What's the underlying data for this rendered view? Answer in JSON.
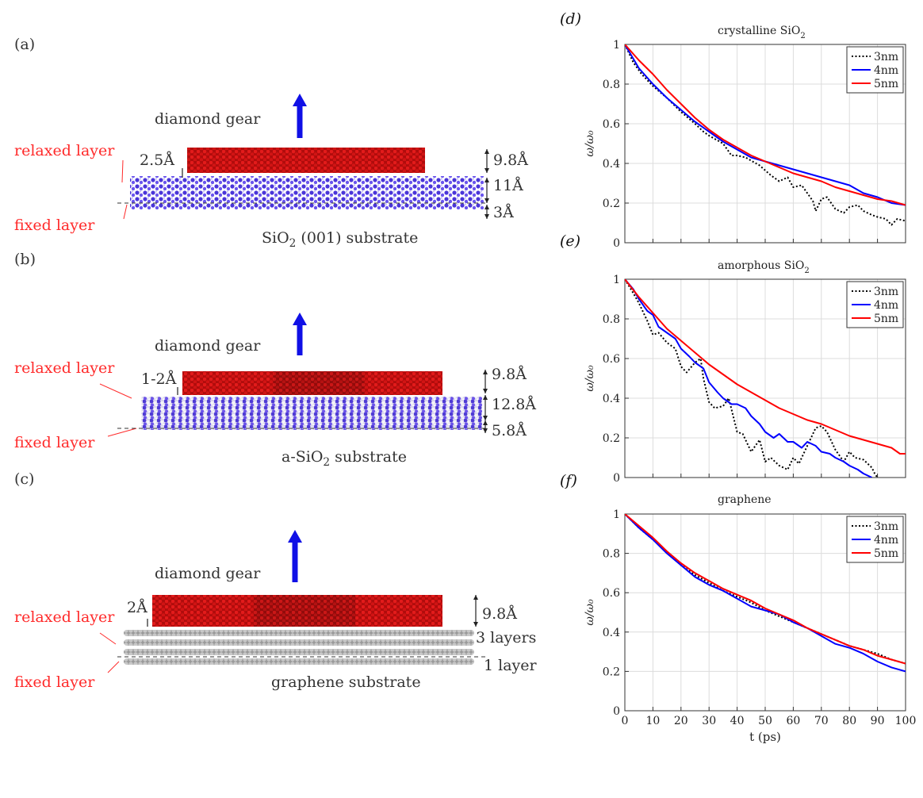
{
  "colors": {
    "relaxed_label": "#ff2a2a",
    "arrow": "#1010e6",
    "gear": "#cc1010",
    "substrate": "#3b2fd0",
    "graphene": "#8a8a8a",
    "series_3nm": "#000000",
    "series_4nm": "#0000ff",
    "series_5nm": "#ff0000"
  },
  "left_panels": [
    {
      "tag": "(a)",
      "gear_label": "diamond gear",
      "relaxed_label": "relaxed layer",
      "fixed_label": "fixed layer",
      "gap_label": "2.5Å",
      "dims": [
        "9.8Å",
        "11Å",
        "3Å"
      ],
      "substrate_pre": "SiO",
      "substrate_sub": "2",
      "substrate_post": " (001) substrate",
      "substrate_style": "crystalline"
    },
    {
      "tag": "(b)",
      "gear_label": "diamond gear",
      "relaxed_label": "relaxed layer",
      "fixed_label": "fixed layer",
      "gap_label": "1-2Å",
      "dims": [
        "9.8Å",
        "12.8Å",
        "5.8Å"
      ],
      "substrate_pre": "a-SiO",
      "substrate_sub": "2",
      "substrate_post": " substrate",
      "substrate_style": "amorphous"
    },
    {
      "tag": "(c)",
      "gear_label": "diamond gear",
      "relaxed_label": "relaxed layer",
      "fixed_label": "fixed layer",
      "gap_label": "2Å",
      "dims": [
        "9.8Å",
        "3 layers",
        "1 layer"
      ],
      "substrate_pre": "graphene substrate",
      "substrate_sub": "",
      "substrate_post": "",
      "substrate_style": "graphene"
    }
  ],
  "chart_data": [
    {
      "type": "line",
      "tag": "(d)",
      "title_pre": "crystalline SiO",
      "title_sub": "2",
      "ylabel": "ω/ω₀",
      "xlabel": "",
      "xlim": [
        0,
        100
      ],
      "ylim": [
        0,
        1
      ],
      "yticks": [
        "0",
        "0.2",
        "0.4",
        "0.6",
        "0.8",
        "1"
      ],
      "xticks": [],
      "grid": true,
      "legend": "top-right",
      "series": [
        {
          "name": "3nm",
          "style": "dotted",
          "x": [
            0,
            3,
            6,
            10,
            15,
            20,
            25,
            28,
            30,
            35,
            38,
            40,
            43,
            48,
            52,
            55,
            58,
            60,
            63,
            65,
            67,
            68,
            70,
            72,
            75,
            78,
            80,
            83,
            85,
            88,
            90,
            93,
            95,
            97,
            100
          ],
          "y": [
            1,
            0.91,
            0.85,
            0.79,
            0.73,
            0.66,
            0.6,
            0.56,
            0.54,
            0.5,
            0.44,
            0.44,
            0.43,
            0.39,
            0.34,
            0.31,
            0.33,
            0.28,
            0.29,
            0.25,
            0.21,
            0.16,
            0.22,
            0.23,
            0.17,
            0.15,
            0.18,
            0.19,
            0.16,
            0.14,
            0.13,
            0.12,
            0.09,
            0.12,
            0.11
          ]
        },
        {
          "name": "4nm",
          "style": "solid",
          "x": [
            0,
            5,
            10,
            15,
            20,
            25,
            30,
            35,
            40,
            45,
            50,
            55,
            60,
            65,
            70,
            75,
            80,
            85,
            90,
            95,
            100
          ],
          "y": [
            1,
            0.88,
            0.8,
            0.73,
            0.67,
            0.61,
            0.56,
            0.51,
            0.47,
            0.43,
            0.41,
            0.39,
            0.37,
            0.35,
            0.33,
            0.31,
            0.29,
            0.25,
            0.23,
            0.2,
            0.19
          ]
        },
        {
          "name": "5nm",
          "style": "solid",
          "x": [
            0,
            5,
            10,
            15,
            20,
            25,
            30,
            35,
            40,
            45,
            50,
            55,
            60,
            65,
            70,
            75,
            80,
            85,
            90,
            95,
            100
          ],
          "y": [
            1,
            0.92,
            0.85,
            0.77,
            0.7,
            0.63,
            0.57,
            0.52,
            0.48,
            0.44,
            0.41,
            0.38,
            0.35,
            0.33,
            0.31,
            0.28,
            0.26,
            0.24,
            0.22,
            0.21,
            0.19
          ]
        }
      ]
    },
    {
      "type": "line",
      "tag": "(e)",
      "title_pre": "amorphous SiO",
      "title_sub": "2",
      "ylabel": "ω/ω₀",
      "xlabel": "",
      "xlim": [
        0,
        100
      ],
      "ylim": [
        0,
        1
      ],
      "yticks": [
        "0",
        "0.2",
        "0.4",
        "0.6",
        "0.8",
        "1"
      ],
      "xticks": [],
      "grid": true,
      "legend": "top-right",
      "series": [
        {
          "name": "3nm",
          "style": "dotted",
          "x": [
            0,
            3,
            5,
            8,
            10,
            12,
            15,
            18,
            20,
            22,
            25,
            27,
            28,
            30,
            32,
            35,
            37,
            40,
            42,
            45,
            48,
            50,
            52,
            55,
            58,
            60,
            62,
            65,
            68,
            70,
            72,
            75,
            78,
            80,
            82,
            85,
            88,
            89,
            90
          ],
          "y": [
            1,
            0.93,
            0.88,
            0.79,
            0.72,
            0.73,
            0.68,
            0.65,
            0.56,
            0.53,
            0.58,
            0.6,
            0.5,
            0.38,
            0.35,
            0.36,
            0.4,
            0.23,
            0.22,
            0.13,
            0.19,
            0.08,
            0.1,
            0.06,
            0.04,
            0.1,
            0.07,
            0.16,
            0.25,
            0.26,
            0.23,
            0.14,
            0.08,
            0.13,
            0.1,
            0.09,
            0.05,
            0.02,
            0
          ]
        },
        {
          "name": "4nm",
          "style": "solid",
          "x": [
            0,
            3,
            5,
            8,
            10,
            12,
            15,
            18,
            20,
            23,
            25,
            28,
            30,
            33,
            35,
            38,
            40,
            43,
            45,
            48,
            50,
            53,
            55,
            58,
            60,
            63,
            65,
            68,
            70,
            73,
            75,
            78,
            80,
            83,
            85,
            88
          ],
          "y": [
            1,
            0.95,
            0.9,
            0.84,
            0.82,
            0.76,
            0.73,
            0.7,
            0.65,
            0.61,
            0.58,
            0.55,
            0.48,
            0.43,
            0.4,
            0.37,
            0.37,
            0.35,
            0.31,
            0.27,
            0.23,
            0.2,
            0.22,
            0.18,
            0.18,
            0.15,
            0.18,
            0.16,
            0.13,
            0.12,
            0.1,
            0.08,
            0.06,
            0.04,
            0.02,
            0
          ]
        },
        {
          "name": "5nm",
          "style": "solid",
          "x": [
            0,
            5,
            10,
            15,
            20,
            25,
            30,
            35,
            40,
            45,
            50,
            55,
            60,
            65,
            70,
            75,
            80,
            85,
            90,
            95,
            98,
            100
          ],
          "y": [
            1,
            0.91,
            0.83,
            0.75,
            0.69,
            0.63,
            0.57,
            0.52,
            0.47,
            0.43,
            0.39,
            0.35,
            0.32,
            0.29,
            0.27,
            0.24,
            0.21,
            0.19,
            0.17,
            0.15,
            0.12,
            0.12
          ]
        }
      ]
    },
    {
      "type": "line",
      "tag": "(f)",
      "title_pre": "graphene",
      "title_sub": "",
      "ylabel": "ω/ω₀",
      "xlabel": "t (ps)",
      "xlim": [
        0,
        100
      ],
      "ylim": [
        0,
        1
      ],
      "yticks": [
        "0",
        "0.2",
        "0.4",
        "0.6",
        "0.8",
        "1"
      ],
      "xticks": [
        "0",
        "10",
        "20",
        "30",
        "40",
        "50",
        "60",
        "70",
        "80",
        "90",
        "100"
      ],
      "grid": true,
      "legend": "top-right",
      "series": [
        {
          "name": "3nm",
          "style": "dotted",
          "x": [
            0,
            5,
            10,
            15,
            20,
            25,
            30,
            35,
            40,
            45,
            50,
            55,
            60,
            65,
            70,
            75,
            80,
            85,
            90,
            95,
            100
          ],
          "y": [
            1,
            0.93,
            0.87,
            0.81,
            0.74,
            0.69,
            0.65,
            0.61,
            0.58,
            0.55,
            0.51,
            0.48,
            0.45,
            0.42,
            0.39,
            0.36,
            0.33,
            0.31,
            0.29,
            0.26,
            0.24
          ]
        },
        {
          "name": "4nm",
          "style": "solid",
          "x": [
            0,
            5,
            10,
            15,
            20,
            25,
            30,
            35,
            40,
            45,
            50,
            55,
            60,
            65,
            70,
            75,
            80,
            85,
            90,
            95,
            100
          ],
          "y": [
            1,
            0.93,
            0.87,
            0.8,
            0.74,
            0.68,
            0.64,
            0.61,
            0.57,
            0.53,
            0.51,
            0.49,
            0.45,
            0.42,
            0.38,
            0.34,
            0.32,
            0.29,
            0.25,
            0.22,
            0.2
          ]
        },
        {
          "name": "5nm",
          "style": "solid",
          "x": [
            0,
            5,
            10,
            15,
            20,
            25,
            30,
            35,
            40,
            45,
            50,
            55,
            60,
            65,
            70,
            75,
            80,
            85,
            90,
            95,
            100
          ],
          "y": [
            1,
            0.94,
            0.88,
            0.81,
            0.75,
            0.7,
            0.66,
            0.62,
            0.59,
            0.56,
            0.52,
            0.49,
            0.46,
            0.42,
            0.39,
            0.36,
            0.33,
            0.31,
            0.28,
            0.26,
            0.24
          ]
        }
      ]
    }
  ]
}
